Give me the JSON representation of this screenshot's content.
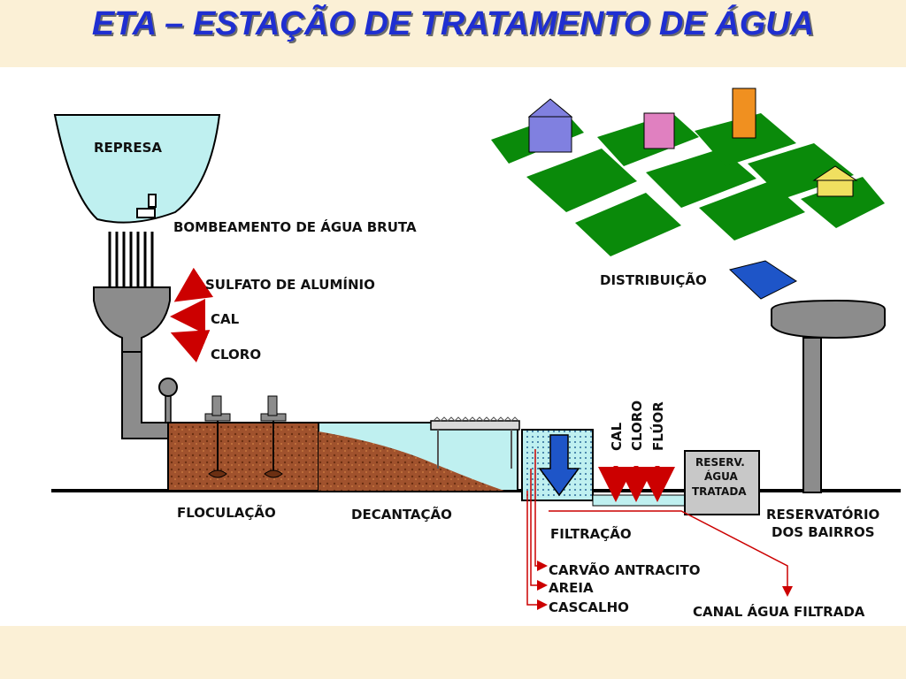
{
  "title": "ETA – ESTAÇÃO DE TRATAMENTO DE ÁGUA",
  "labels": {
    "represa": "REPRESA",
    "bombeamento": "BOMBEAMENTO DE ÁGUA BRUTA",
    "sulfato": "SULFATO DE ALUMÍNIO",
    "cal": "CAL",
    "cloro": "CLORO",
    "floculacao": "FLOCULAÇÃO",
    "decantacao": "DECANTAÇÃO",
    "filtracao": "FILTRAÇÃO",
    "carvao": "CARVÃO ANTRACITO",
    "areia": "AREIA",
    "cascalho": "CASCALHO",
    "canal": "CANAL ÁGUA FILTRADA",
    "distribuicao": "DISTRIBUIÇÃO",
    "reservatorio_line1": "RESERVATÓRIO",
    "reservatorio_line2": "DOS BAIRROS",
    "reserv_line1": "RESERV.",
    "reserv_line2": "ÁGUA",
    "reserv_line3": "TRATADA",
    "vert_cal": "CAL",
    "vert_cloro": "CLORO",
    "vert_fluor": "FLÚOR"
  },
  "colors": {
    "title": "#1f2fd1",
    "water": "#bff0f0",
    "sludge": "#a0522d",
    "pipe": "#8c8c8c",
    "arrow": "#cc0000",
    "grass": "#0a8a0a"
  }
}
